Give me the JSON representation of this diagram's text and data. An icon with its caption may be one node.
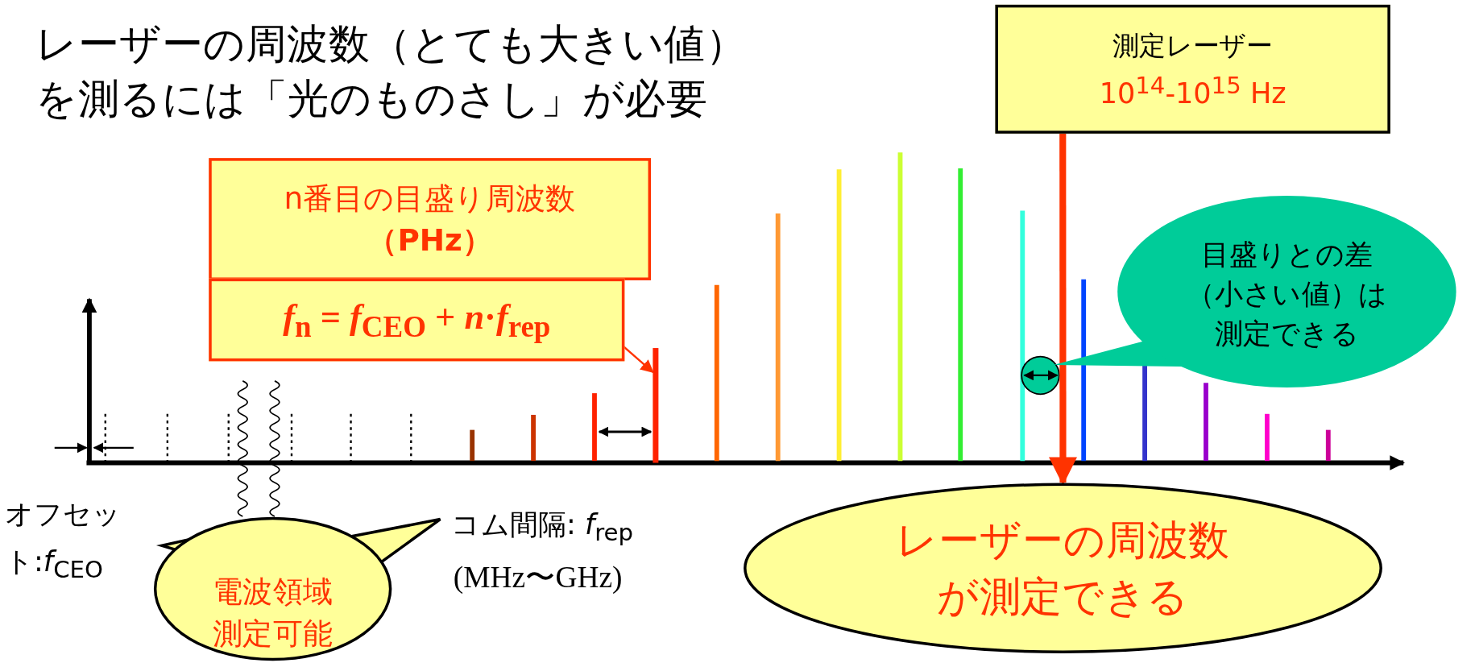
{
  "diagram": {
    "title": "レーザーの周波数（とても大きい値）を測るには「光のものさし」が必要",
    "nodes": [
      {
        "text": [
          "測定レーザー",
          "10$^{14}$-10$^{15}$ Hz"
        ]
      },
      {
        "text": [
          "n番目の目盛り周波数**（PHz）**"
        ]
      },
      {
        "text": [
          "*f*$_{n}$ = *f*$_{CEO}$ + *n*·*f*$_{rep}$"
        ]
      },
      {
        "text": [],
        "shape": "bar"
      },
      {
        "text": [
          "目盛りとの差（小さい値）は測定できる"
        ]
      },
      {
        "text": [
          "レーザーの周波数が測定できる"
        ]
      },
      {
        "text": [
          "電波領域測定可能"
        ]
      }
    ],
    "edges": [
      {
        "from": 0,
        "to": 5,
        "arrow": "to",
        "style": "thick"
      },
      {
        "from": 2,
        "to": 3,
        "arrow": "to"
      }
    ],
    "labels": [
      "オフセット:*f*$_{CEO}$",
      "コム間隔: *f*$_{rep}$",
      "(MHz〜GHz)"
    ]
  }
}
